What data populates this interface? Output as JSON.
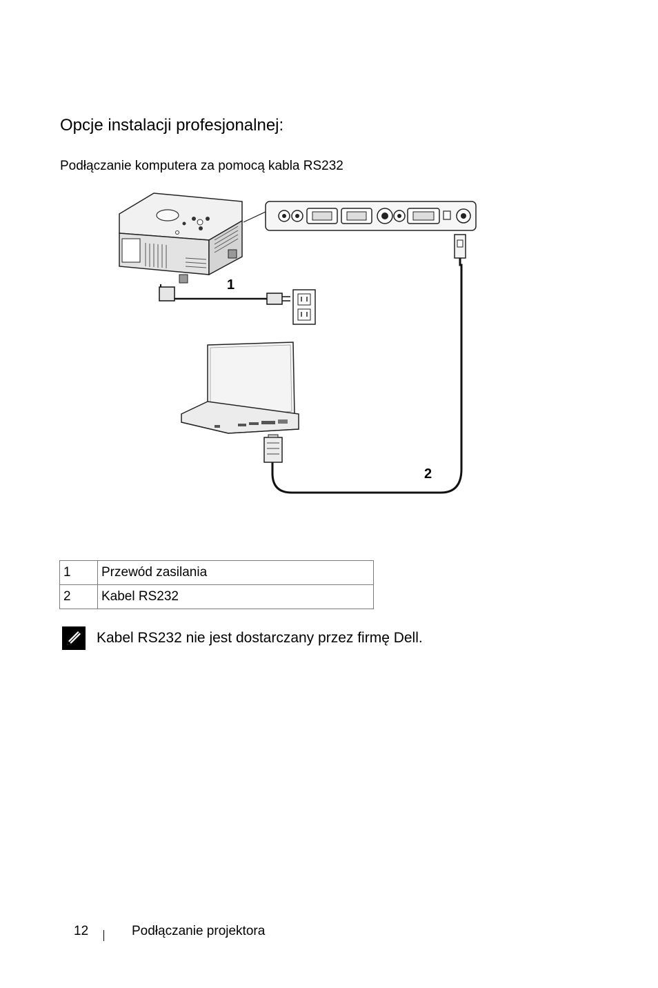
{
  "page": {
    "heading": "Opcje instalacji profesjonalnej:",
    "subheading": "Podłączanie komputera za pomocą kabla RS232"
  },
  "figure": {
    "callouts": [
      "1",
      "2"
    ]
  },
  "legend": {
    "rows": [
      {
        "number": "1",
        "label": "Przewód zasilania"
      },
      {
        "number": "2",
        "label": "Kabel RS232"
      }
    ]
  },
  "note": {
    "icon": "note-pencil-icon",
    "text": "Kabel RS232 nie jest dostarczany przez firmę Dell."
  },
  "footer": {
    "page_number": "12",
    "section_title": "Podłączanie projektora"
  }
}
